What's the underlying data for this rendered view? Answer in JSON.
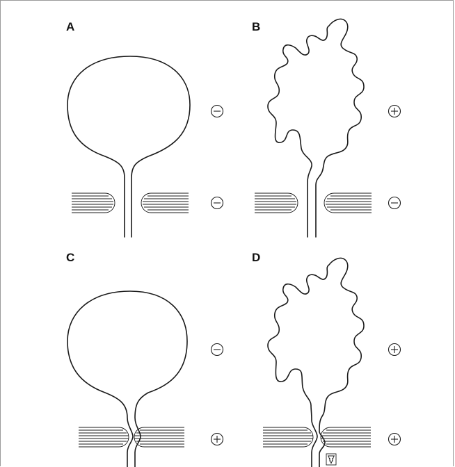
{
  "panels": [
    {
      "label": "A",
      "upper_sign": "minus",
      "lower_sign": "minus"
    },
    {
      "label": "B",
      "upper_sign": "plus",
      "lower_sign": "minus"
    },
    {
      "label": "C",
      "upper_sign": "minus",
      "lower_sign": "plus"
    },
    {
      "label": "D",
      "upper_sign": "plus",
      "lower_sign": "plus"
    }
  ],
  "colors": {
    "stroke": "#1a1a1a",
    "border": "#9a9a9a",
    "background": "#ffffff"
  },
  "icons": {
    "sign_minus": "circled-minus-icon",
    "sign_plus": "circled-plus-icon",
    "tool": "thumb-tool-icon"
  }
}
